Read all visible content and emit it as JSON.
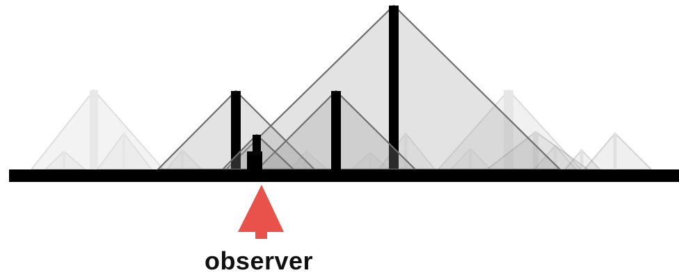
{
  "diagram": {
    "observer_label": "observer",
    "colors": {
      "ground": "#000000",
      "pole_near": "#000000",
      "pole_far": "#c8c8c8",
      "cone_fill": "#9a9a9a",
      "cone_stroke": "#6e6e6e",
      "observer_arrow": "#e8524a",
      "label": "#111111"
    },
    "elements": [
      {
        "name": "pole-near-small",
        "tone": "near"
      },
      {
        "name": "pole-near-left",
        "tone": "near"
      },
      {
        "name": "pole-near-middle",
        "tone": "near"
      },
      {
        "name": "pole-near-tallest",
        "tone": "near"
      },
      {
        "name": "pole-far-left",
        "tone": "far"
      },
      {
        "name": "pole-far-right",
        "tone": "far"
      }
    ]
  }
}
